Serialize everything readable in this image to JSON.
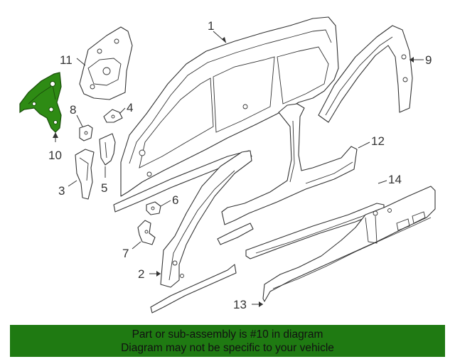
{
  "diagram": {
    "highlight_color": "#2e8b14",
    "callouts": [
      "1",
      "2",
      "3",
      "4",
      "5",
      "6",
      "7",
      "8",
      "9",
      "10",
      "11",
      "12",
      "13",
      "14"
    ]
  },
  "banner": {
    "color": "#1f7a12",
    "line1": "Part or sub-assembly is #10 in diagram",
    "line2": "Diagram may not be specific to your vehicle"
  }
}
